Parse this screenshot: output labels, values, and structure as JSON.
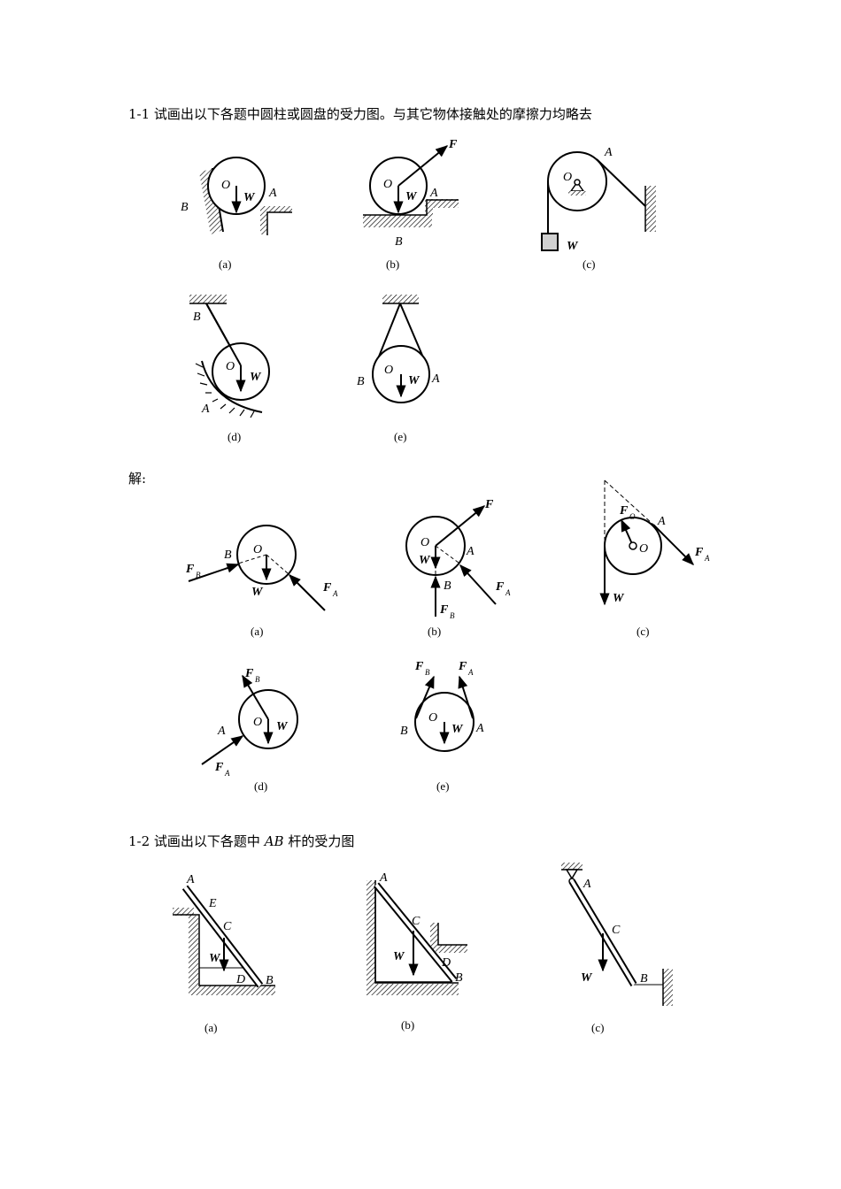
{
  "problem_1_1": {
    "statement": "1-1 试画出以下各题中圆柱或圆盘的受力图。与其它物体接触处的摩擦力均略去",
    "captions": [
      "(a)",
      "(b)",
      "(c)",
      "(d)",
      "(e)"
    ]
  },
  "solution": {
    "label": "解:",
    "captions": [
      "(a)",
      "(b)",
      "(c)",
      "(d)",
      "(e)"
    ]
  },
  "problem_1_2": {
    "prefix": "1-2  试画出以下各题中 ",
    "member": "AB",
    "suffix": " 杆的受力图",
    "captions": [
      "(a)",
      "(b)",
      "(c)"
    ]
  },
  "labels": {
    "O": "O",
    "A": "A",
    "B": "B",
    "C": "C",
    "D": "D",
    "E": "E",
    "W": "W",
    "F": "F"
  }
}
